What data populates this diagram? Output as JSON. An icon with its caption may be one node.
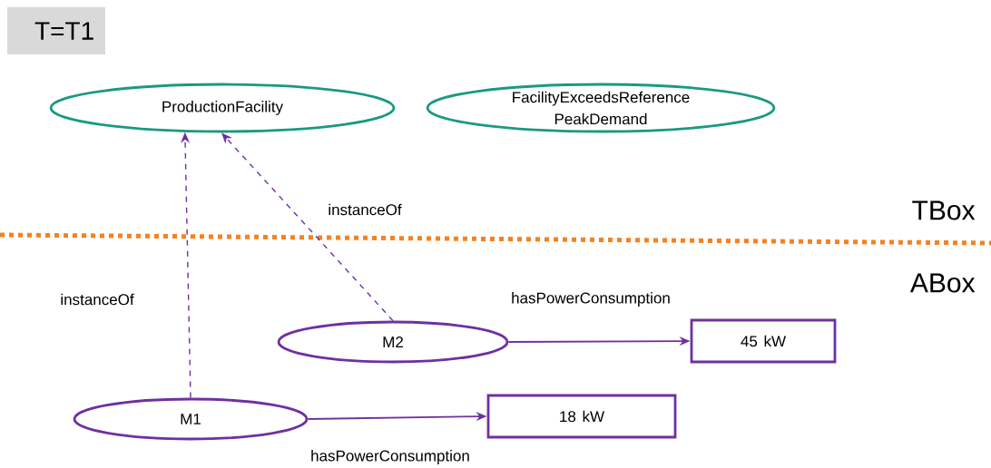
{
  "diagram": {
    "nodes": [
      {
        "text": [
          "T=T1"
        ]
      },
      {
        "text": [
          "ProductionFacility"
        ]
      },
      {
        "text": [
          "FacilityExceedsReference PeakDemand"
        ]
      },
      {
        "text": [
          "M2"
        ]
      },
      {
        "text": [
          "45 kW"
        ]
      },
      {
        "text": [
          "M1"
        ]
      },
      {
        "text": [
          "18 kW"
        ]
      }
    ],
    "edges": [
      {
        "from": 5,
        "to": 1,
        "arrow": "to",
        "label": "instanceOf",
        "style": "dashed"
      },
      {
        "from": 3,
        "to": 1,
        "arrow": "to",
        "label": "instanceOf",
        "style": "dashed"
      },
      {
        "from": 3,
        "to": 4,
        "arrow": "to",
        "label": "hasPowerConsumption"
      },
      {
        "from": 5,
        "to": 6,
        "arrow": "to",
        "label": "hasPowerConsumption"
      }
    ],
    "labels": [
      "TBox",
      "ABox"
    ]
  }
}
